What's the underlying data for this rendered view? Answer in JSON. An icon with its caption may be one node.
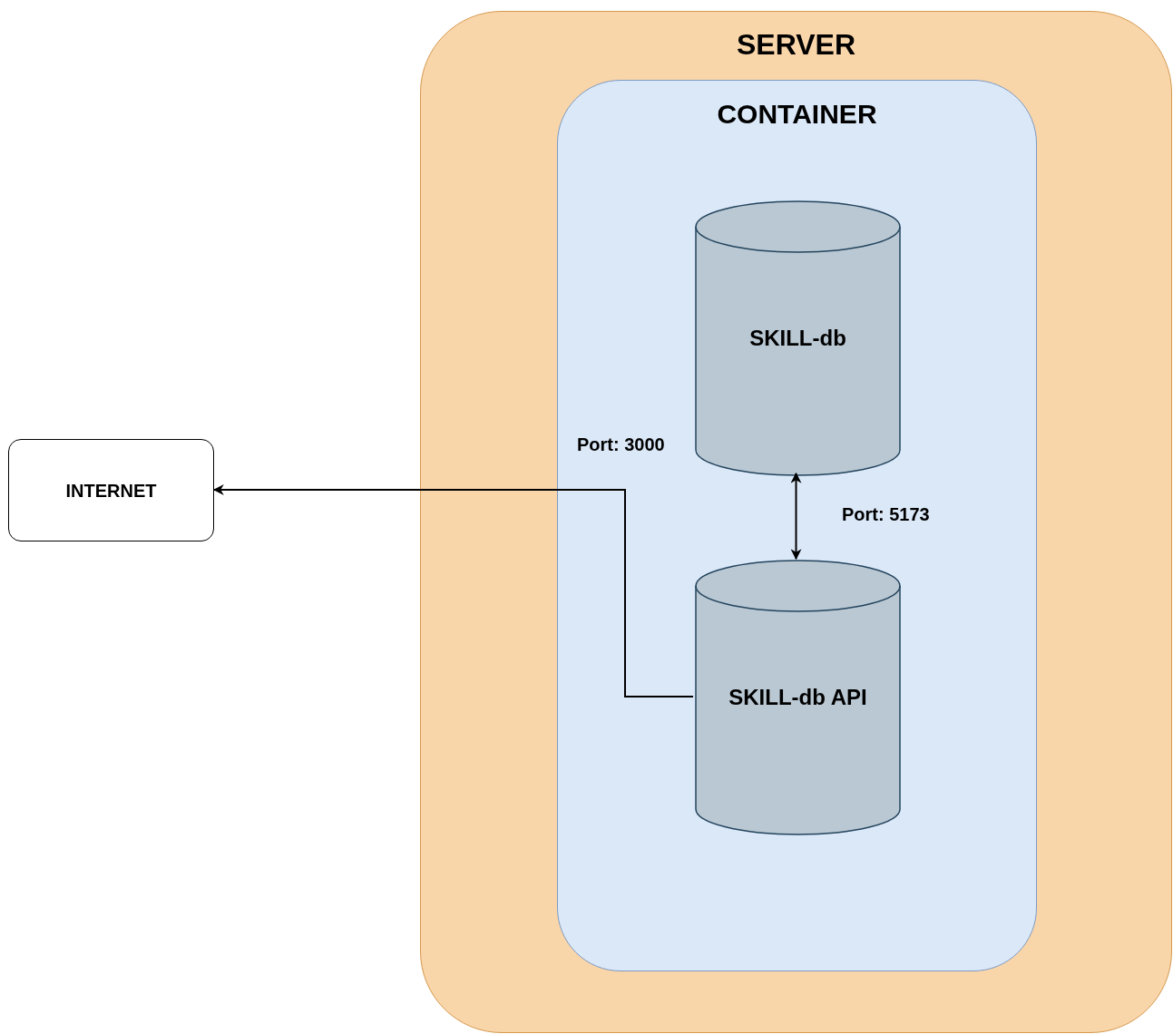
{
  "diagram": {
    "nodes": [
      {
        "text": [
          "SERVER"
        ]
      },
      {
        "text": [
          "CONTAINER"
        ],
        "in": 0
      },
      {
        "text": [
          "SKILL-db"
        ],
        "in": 1
      },
      {
        "text": [
          "SKILL-db API"
        ],
        "in": 1
      },
      {
        "text": [
          "INTERNET"
        ]
      }
    ],
    "edges": [
      {
        "from": 3,
        "to": 4,
        "arrow": "to",
        "label": "Port: 3000"
      },
      {
        "from": 2,
        "to": 3,
        "arrow": "both",
        "label": "Port: 5173"
      }
    ]
  }
}
